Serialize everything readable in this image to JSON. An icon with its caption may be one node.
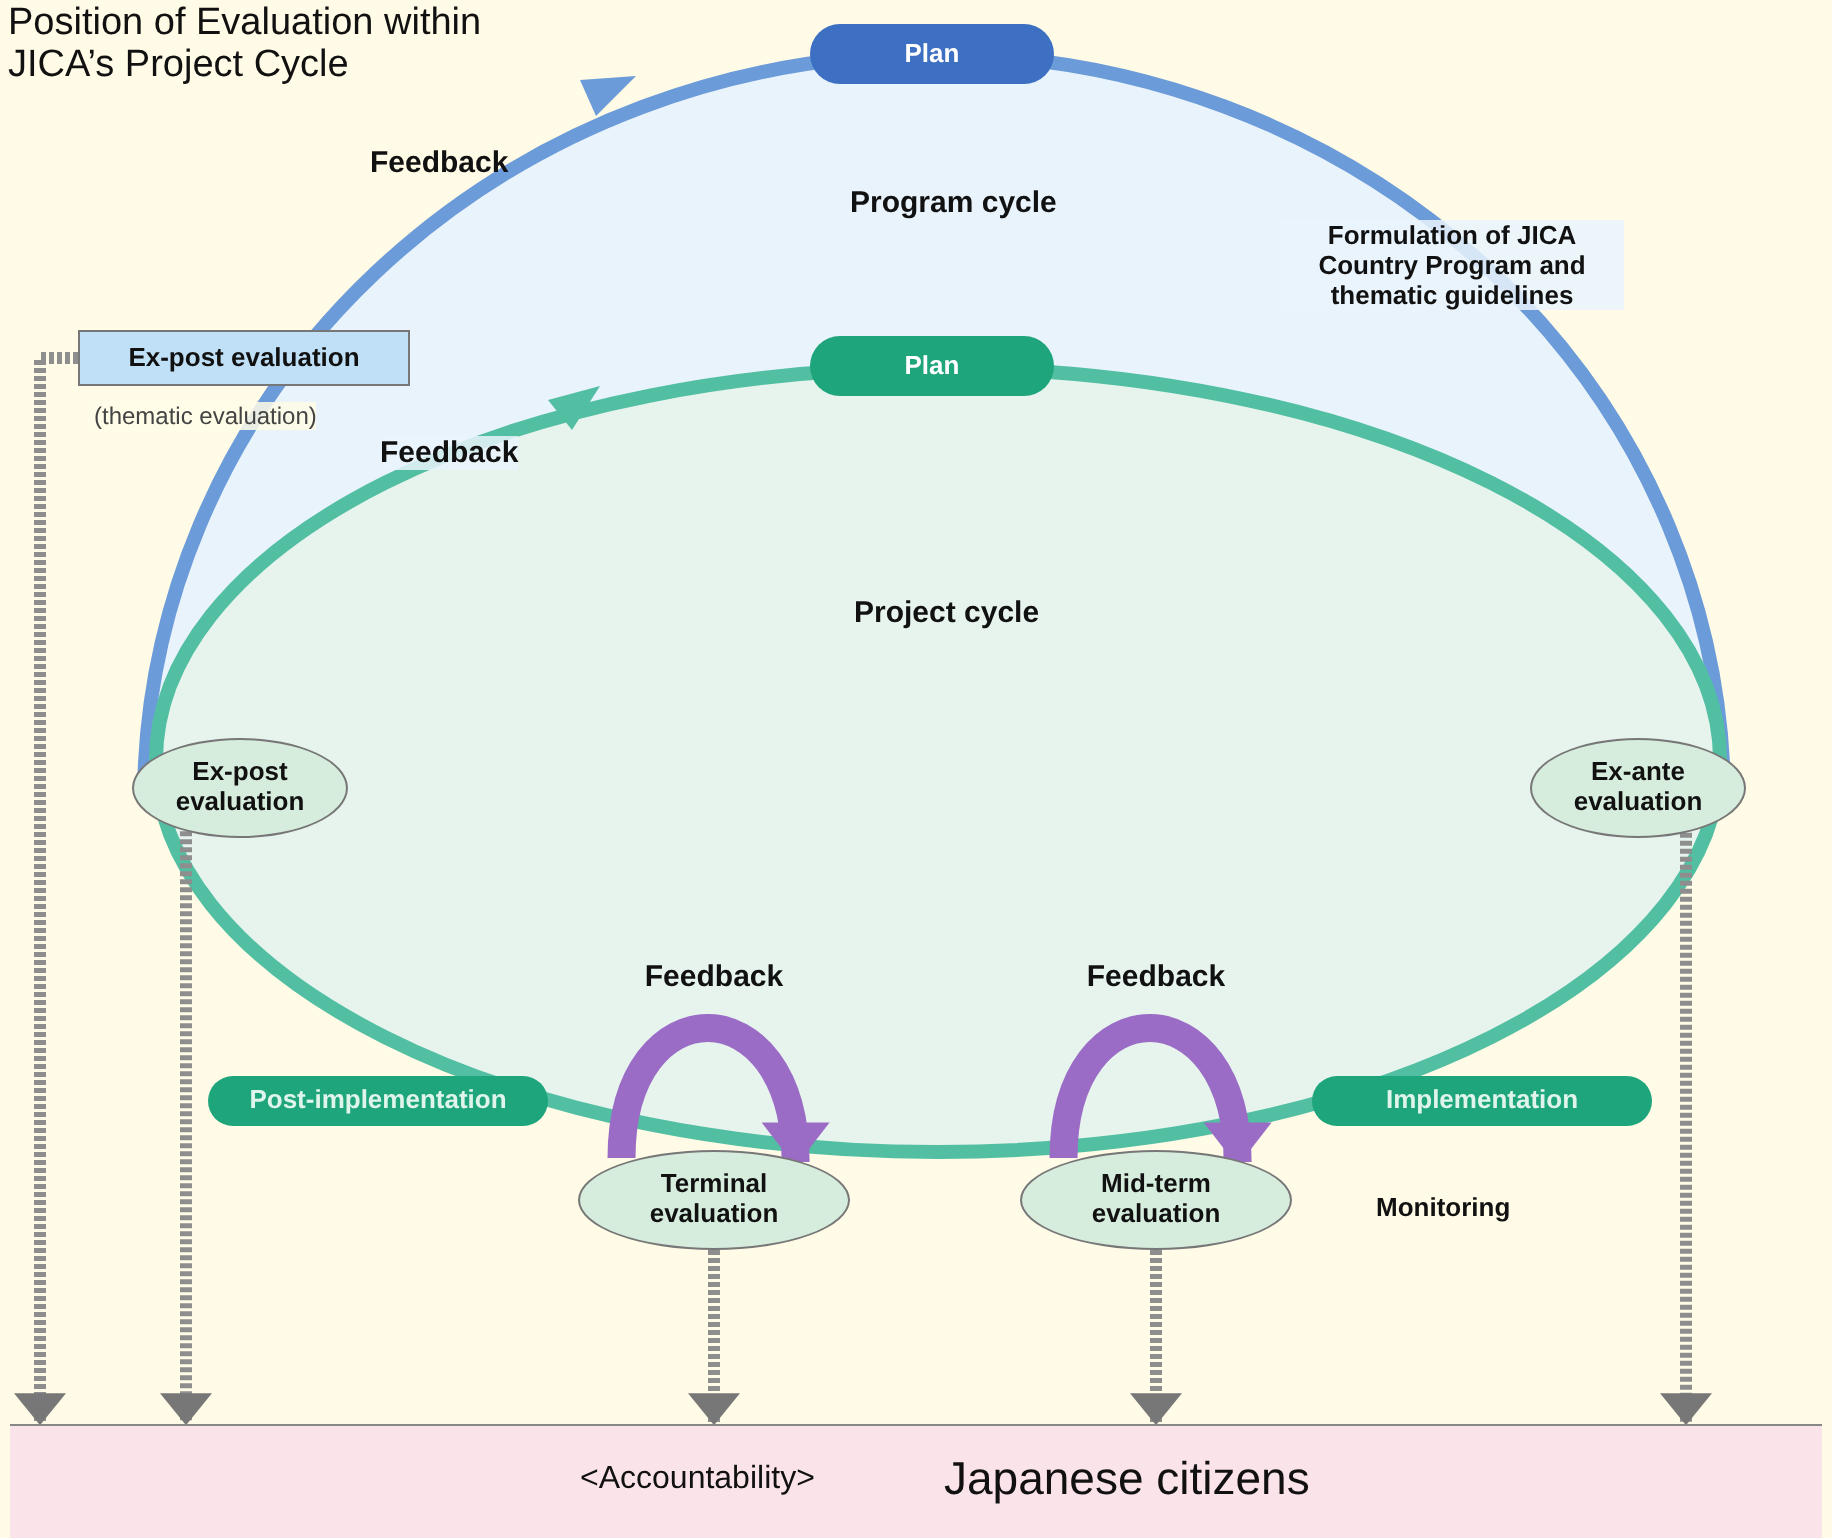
{
  "diagram": {
    "title": "Position of Evaluation within JICA’s Project Cycle",
    "nodes": [
      {
        "text": [
          "Plan"
        ]
      },
      {
        "text": [
          "Plan"
        ]
      },
      {
        "text": [
          "Ex-post evaluation"
        ],
        "beside": [
          "(thematic evaluation)"
        ]
      },
      {
        "text": [
          "Ex-post evaluation"
        ]
      },
      {
        "text": [
          "Ex-ante evaluation"
        ]
      },
      {
        "text": [
          "Post-implementation"
        ]
      },
      {
        "text": [
          "Implementation"
        ]
      },
      {
        "text": [
          "Terminal evaluation"
        ]
      },
      {
        "text": [
          "Mid-term evaluation"
        ]
      },
      {
        "text": [
          "<Accountability>",
          "Japanese citizens"
        ]
      }
    ],
    "edges": [
      {
        "from": 2,
        "to": 9,
        "arrow": "to",
        "style": "dashed"
      },
      {
        "from": 3,
        "to": 9,
        "arrow": "to",
        "style": "dashed"
      },
      {
        "from": 7,
        "to": 9,
        "arrow": "to",
        "style": "dashed"
      },
      {
        "from": 8,
        "to": 9,
        "arrow": "to",
        "style": "dashed"
      },
      {
        "from": 4,
        "to": 9,
        "arrow": "to",
        "style": "dashed"
      },
      {
        "from": null,
        "to": 7,
        "arrow": "to",
        "label": "Feedback",
        "style": "thick",
        "color": "#9b6cc6"
      },
      {
        "from": null,
        "to": 8,
        "arrow": "to",
        "label": "Feedback",
        "style": "thick",
        "color": "#9b6cc6"
      }
    ],
    "labels": [
      "Feedback",
      "Program cycle",
      "Formulation of JICA Country Program and thematic guidelines",
      "Feedback",
      "Project cycle",
      "Monitoring"
    ]
  }
}
